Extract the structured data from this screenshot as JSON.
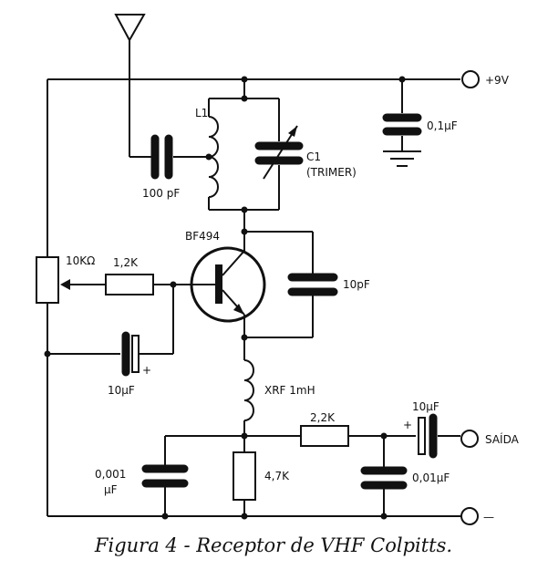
{
  "labels": {
    "supply": "+9V",
    "c_supply": "0,1µF",
    "l1": "L1",
    "c1_line1": "C1",
    "c1_line2": "(TRIMER)",
    "c_input": "100 pF",
    "transistor": "BF494",
    "pot": "10KΩ",
    "r_base": "1,2K",
    "c_fb": "10pF",
    "c_base_line1": "10µF",
    "c_base_plus": "+",
    "choke": "XRF 1mH",
    "r_out": "2,2K",
    "c_out_line1": "10µF",
    "c_out_plus": "+",
    "output": "SAÍDA",
    "c_bypass_line1": "0,001",
    "c_bypass_line2": "µF",
    "r_emitter": "4,7K",
    "c_out_shunt": "0,01µF",
    "ground_rail": "—"
  },
  "caption": "Figura 4 - Receptor de VHF Colpitts."
}
